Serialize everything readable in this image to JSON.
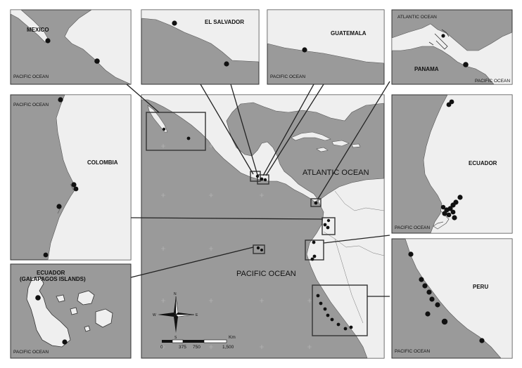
{
  "main_map": {
    "atlantic_label": "ATLANTIC OCEAN",
    "pacific_label": "PACIFIC OCEAN",
    "scale": {
      "unit": "Km",
      "ticks": [
        "0",
        "375",
        "750",
        "1,500"
      ]
    },
    "compass": {
      "n": "N",
      "s": "S",
      "e": "E",
      "w": "W"
    }
  },
  "insets": {
    "mexico": {
      "country": "MEXICO",
      "ocean": "PACIFIC OCEAN"
    },
    "el_salvador": {
      "country": "EL SALVADOR"
    },
    "guatemala": {
      "country": "GUATEMALA",
      "ocean": "PACIFIC OCEAN"
    },
    "panama": {
      "country": "PANAMA",
      "ocean_top": "ATLANTIC OCEAN",
      "ocean_bottom": "PACIFIC OCEAN"
    },
    "colombia": {
      "country": "COLOMBIA",
      "ocean": "PACIFIC OCEAN"
    },
    "ecuador": {
      "country": "ECUADOR",
      "ocean": "PACIFIC OCEAN"
    },
    "galapagos": {
      "country_line1": "ECUADOR",
      "country_line2": "(GALAPAGOS ISLANDS)",
      "ocean": "PACIFIC OCEAN"
    },
    "peru": {
      "country": "PERU",
      "ocean": "PACIFIC OCEAN"
    }
  },
  "colors": {
    "ocean": "#9a9a9a",
    "land": "#efefef",
    "points": "#111111",
    "frame": "#333333"
  }
}
